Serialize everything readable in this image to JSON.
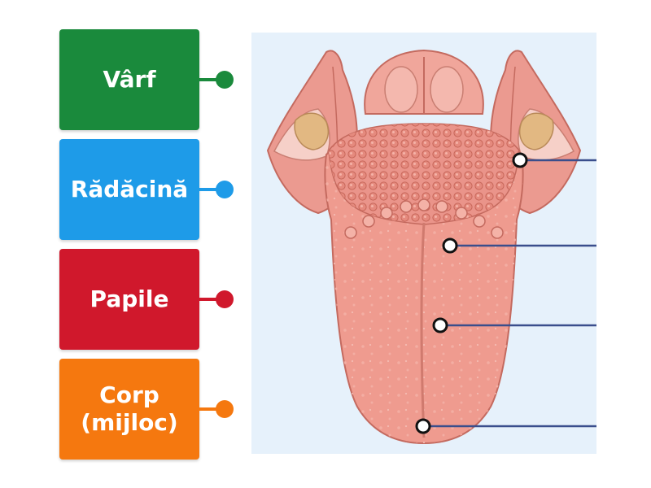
{
  "labels": [
    {
      "text": "Vârf",
      "color": "#1a8a3c",
      "accent": "#229a45"
    },
    {
      "text": "Rădăcină",
      "color": "#1e9be8",
      "accent": "#2aa6ef"
    },
    {
      "text": "Papile",
      "color": "#d0182c",
      "accent": "#dd2035"
    },
    {
      "text": "Corp\n(mijloc)",
      "color": "#f5780f",
      "accent": "#fb8518"
    }
  ],
  "figure": {
    "subject": "tongue",
    "pin_color": "#3a4e8c"
  }
}
